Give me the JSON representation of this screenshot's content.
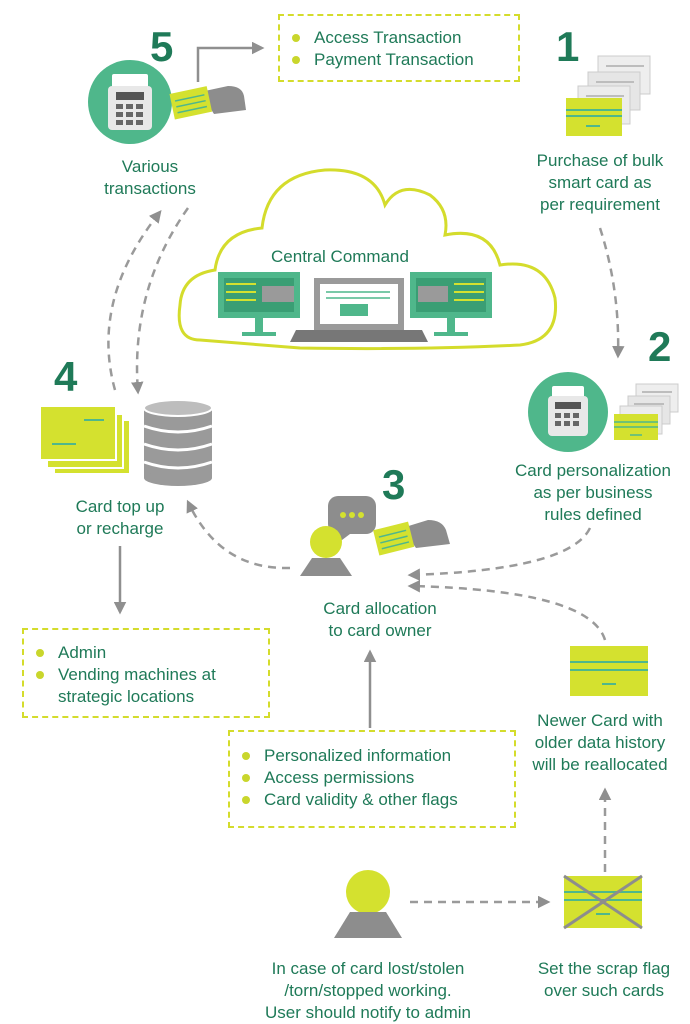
{
  "steps": {
    "s1": {
      "number": "1",
      "label_lines": [
        "Purchase of bulk",
        "smart card as",
        "per requirement"
      ]
    },
    "s2": {
      "number": "2",
      "label_lines": [
        "Card personalization",
        "as per business",
        "rules defined"
      ]
    },
    "s3": {
      "number": "3",
      "label_lines": [
        "Card allocation",
        "to card owner"
      ]
    },
    "s4": {
      "number": "4",
      "label_lines": [
        "Card top up",
        "or recharge"
      ]
    },
    "s5": {
      "number": "5",
      "label_lines": [
        "Various",
        "transactions"
      ]
    }
  },
  "central": {
    "title": "Central Command"
  },
  "boxes": {
    "transactions": [
      "Access Transaction",
      "Payment Transaction"
    ],
    "topup_options": [
      "Admin",
      "Vending machines at",
      "strategic locations"
    ],
    "allocation_info": [
      "Personalized information",
      "Access permissions",
      "Card validity & other flags"
    ]
  },
  "newer_card": {
    "label_lines": [
      "Newer Card with",
      "older data history",
      "will be reallocated"
    ]
  },
  "scrap": {
    "label_lines": [
      "Set the scrap flag",
      "over such cards"
    ]
  },
  "lost": {
    "label_lines": [
      "In case of card lost/stolen",
      "/torn/stopped working.",
      "User should notify to admin"
    ]
  },
  "icons": {
    "card": "smart-card-icon",
    "card_stack": "card-stack-icon",
    "terminal": "card-terminal-icon",
    "hand": "hand-holding-card-icon",
    "database": "database-icon",
    "user": "user-icon",
    "chat": "chat-bubble-icon",
    "cloud": "cloud-icon",
    "monitor": "monitor-icon",
    "laptop": "laptop-icon",
    "scrap_card": "scrapped-card-icon"
  },
  "colors": {
    "green_text": "#1f7a58",
    "lime": "#d4dc2c",
    "card_fill": "#d4e12f",
    "teal": "#4fb78b",
    "gray": "#8a8a8a"
  }
}
